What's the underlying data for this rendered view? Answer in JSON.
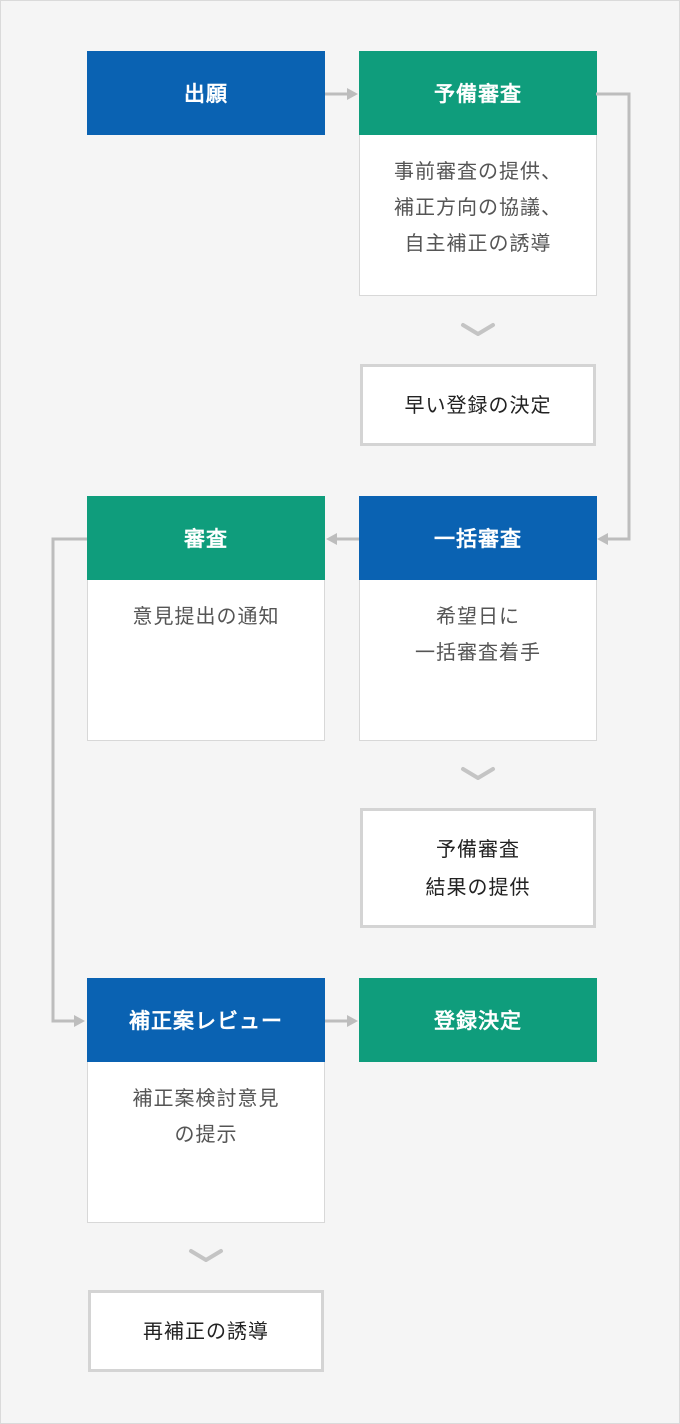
{
  "nodes": {
    "application": {
      "label": "出願",
      "color": "#0a62b2"
    },
    "preliminary_exam": {
      "label": "予備審査",
      "color": "#0f9d7c",
      "description": "事前審査の提供、\n補正方向の協議、\n自主補正の誘導"
    },
    "early_registration": {
      "label": "早い登録の決定"
    },
    "batch_exam": {
      "label": "一括審査",
      "color": "#0a62b2",
      "description": "希望日に\n一括審査着手"
    },
    "preliminary_result": {
      "label": "予備審査\n結果の提供"
    },
    "examination": {
      "label": "審査",
      "color": "#0f9d7c",
      "description": "意見提出の通知"
    },
    "amendment_review": {
      "label": "補正案レビュー",
      "color": "#0a62b2",
      "description": "補正案検討意見\nの提示"
    },
    "registration_decision": {
      "label": "登録決定",
      "color": "#0f9d7c"
    },
    "re_amendment": {
      "label": "再補正の誘導"
    }
  },
  "colors": {
    "connector": "#bdbdbd",
    "chevron": "#c4c4c4"
  }
}
